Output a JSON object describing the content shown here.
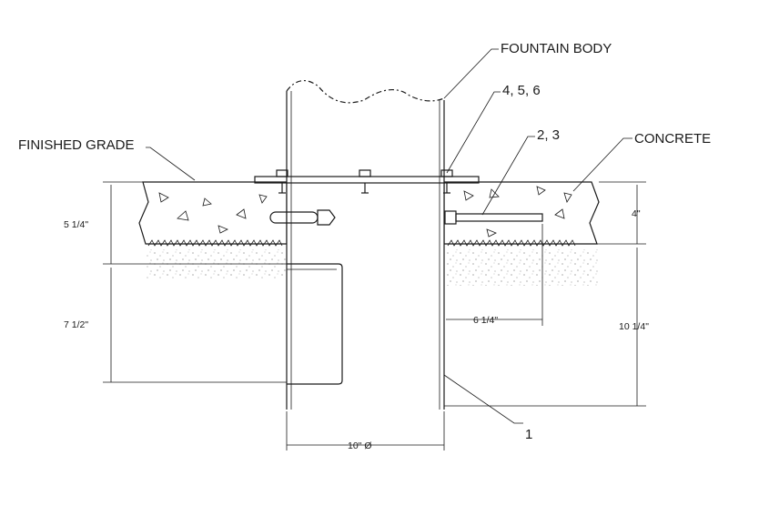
{
  "callouts": {
    "fountain_body": "FOUNTAIN BODY",
    "parts_456": "4, 5, 6",
    "parts_23": "2, 3",
    "finished_grade": "FINISHED GRADE",
    "concrete": "CONCRETE",
    "part_1": "1"
  },
  "dimensions": {
    "left_upper": "5 1/4\"",
    "left_lower": "7 1/2\"",
    "bolt_length": "6 1/4\"",
    "concrete_depth": "4\"",
    "total_depth": "10 1/4\"",
    "diameter": "10\"  Ø"
  },
  "colors": {
    "ink": "#1a1a1a",
    "background": "#ffffff"
  }
}
